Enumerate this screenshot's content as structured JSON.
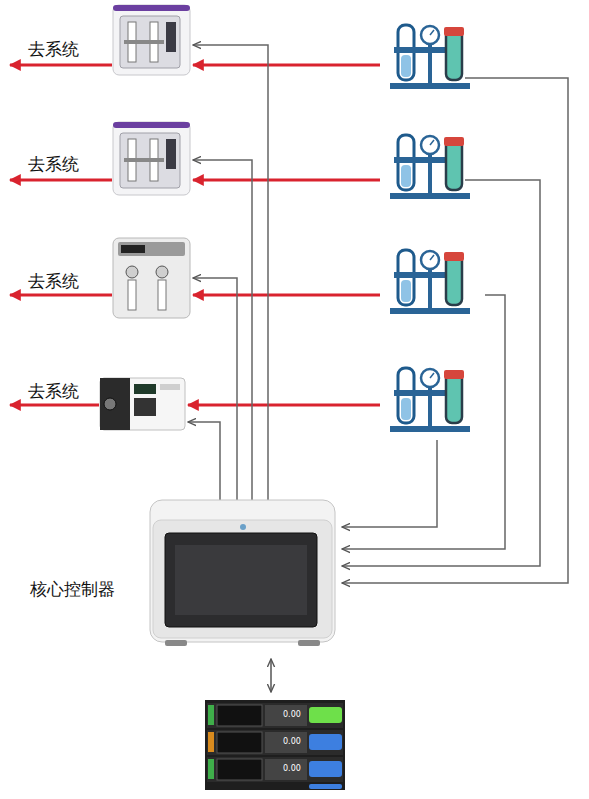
{
  "diagram": {
    "nodes": [
      {
        "text": [
          "核心控制器"
        ]
      }
    ],
    "labels": [
      "去系统",
      "去系统",
      "去系统",
      "去系统",
      "0.00",
      "0.00",
      "0.00"
    ]
  }
}
